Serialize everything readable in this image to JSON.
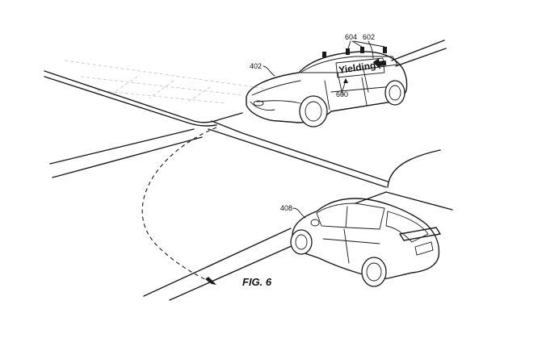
{
  "figure": {
    "label": "FIG. 6",
    "display_text": "Yielding",
    "refs": {
      "vehicle_a": "402",
      "display": "600",
      "sensor_a": "604",
      "sensor_b": "602",
      "vehicle_b": "408"
    }
  }
}
